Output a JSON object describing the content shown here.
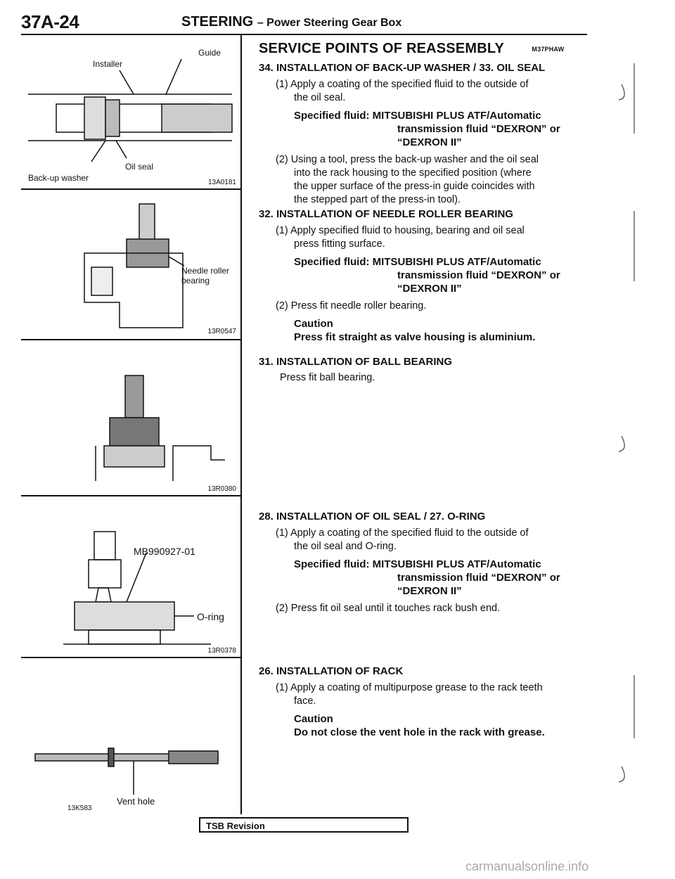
{
  "header": {
    "page_number": "37A-24",
    "section": "STEERING",
    "subsection": "– Power Steering Gear Box"
  },
  "figures": [
    {
      "labels": [
        "Installer",
        "Guide",
        "Oil seal",
        "Back-up washer"
      ],
      "code": "13A0181"
    },
    {
      "labels": [
        "Needle roller",
        "bearing"
      ],
      "code": "13R0547"
    },
    {
      "labels": [],
      "code": "13R0380"
    },
    {
      "labels": [
        "MB990927-01",
        "O-ring"
      ],
      "code": "13R0378"
    },
    {
      "labels": [
        "Vent hole"
      ],
      "code": "13K583"
    }
  ],
  "content": {
    "title": "SERVICE POINTS OF REASSEMBLY",
    "title_code": "M37PHAW",
    "sec34": {
      "heading": "34. INSTALLATION OF BACK-UP WASHER / 33. OIL SEAL",
      "step1_a": "(1) Apply a coating of the specified fluid to the outside of",
      "step1_b": "the oil seal.",
      "spec_a": "Specified fluid: MITSUBISHI PLUS ATF/Automatic",
      "spec_b": "transmission fluid “DEXRON” or",
      "spec_c": "“DEXRON II”",
      "step2_a": "(2) Using a tool, press the back-up washer and the oil seal",
      "step2_b": "into the rack housing to the specified position (where",
      "step2_c": "the upper surface of the press-in guide coincides with",
      "step2_d": "the stepped part of the press-in tool)."
    },
    "sec32": {
      "heading": "32. INSTALLATION OF NEEDLE ROLLER BEARING",
      "step1_a": "(1) Apply specified fluid to housing, bearing and oil seal",
      "step1_b": "press fitting surface.",
      "spec_a": "Specified fluid: MITSUBISHI PLUS ATF/Automatic",
      "spec_b": "transmission fluid “DEXRON” or",
      "spec_c": "“DEXRON II”",
      "step2": "(2) Press fit needle roller bearing.",
      "caution_label": "Caution",
      "caution_text": "Press fit straight as valve housing is aluminium."
    },
    "sec31": {
      "heading": "31. INSTALLATION OF BALL BEARING",
      "text": "Press fit ball bearing."
    },
    "sec28": {
      "heading": "28. INSTALLATION OF OIL SEAL / 27. O-RING",
      "step1_a": "(1) Apply a coating of the specified fluid to the outside of",
      "step1_b": "the oil seal and O-ring.",
      "spec_a": "Specified fluid: MITSUBISHI PLUS ATF/Automatic",
      "spec_b": "transmission fluid “DEXRON” or",
      "spec_c": "“DEXRON II”",
      "step2": "(2) Press fit oil seal until it touches rack bush end."
    },
    "sec26": {
      "heading": "26. INSTALLATION OF RACK",
      "step1_a": "(1) Apply a coating of multipurpose grease to the rack teeth",
      "step1_b": "face.",
      "caution_label": "Caution",
      "caution_text": "Do not close the vent hole in the rack with grease."
    }
  },
  "footer": {
    "tsb": "TSB Revision"
  },
  "watermark": "carmanualsonline.info"
}
